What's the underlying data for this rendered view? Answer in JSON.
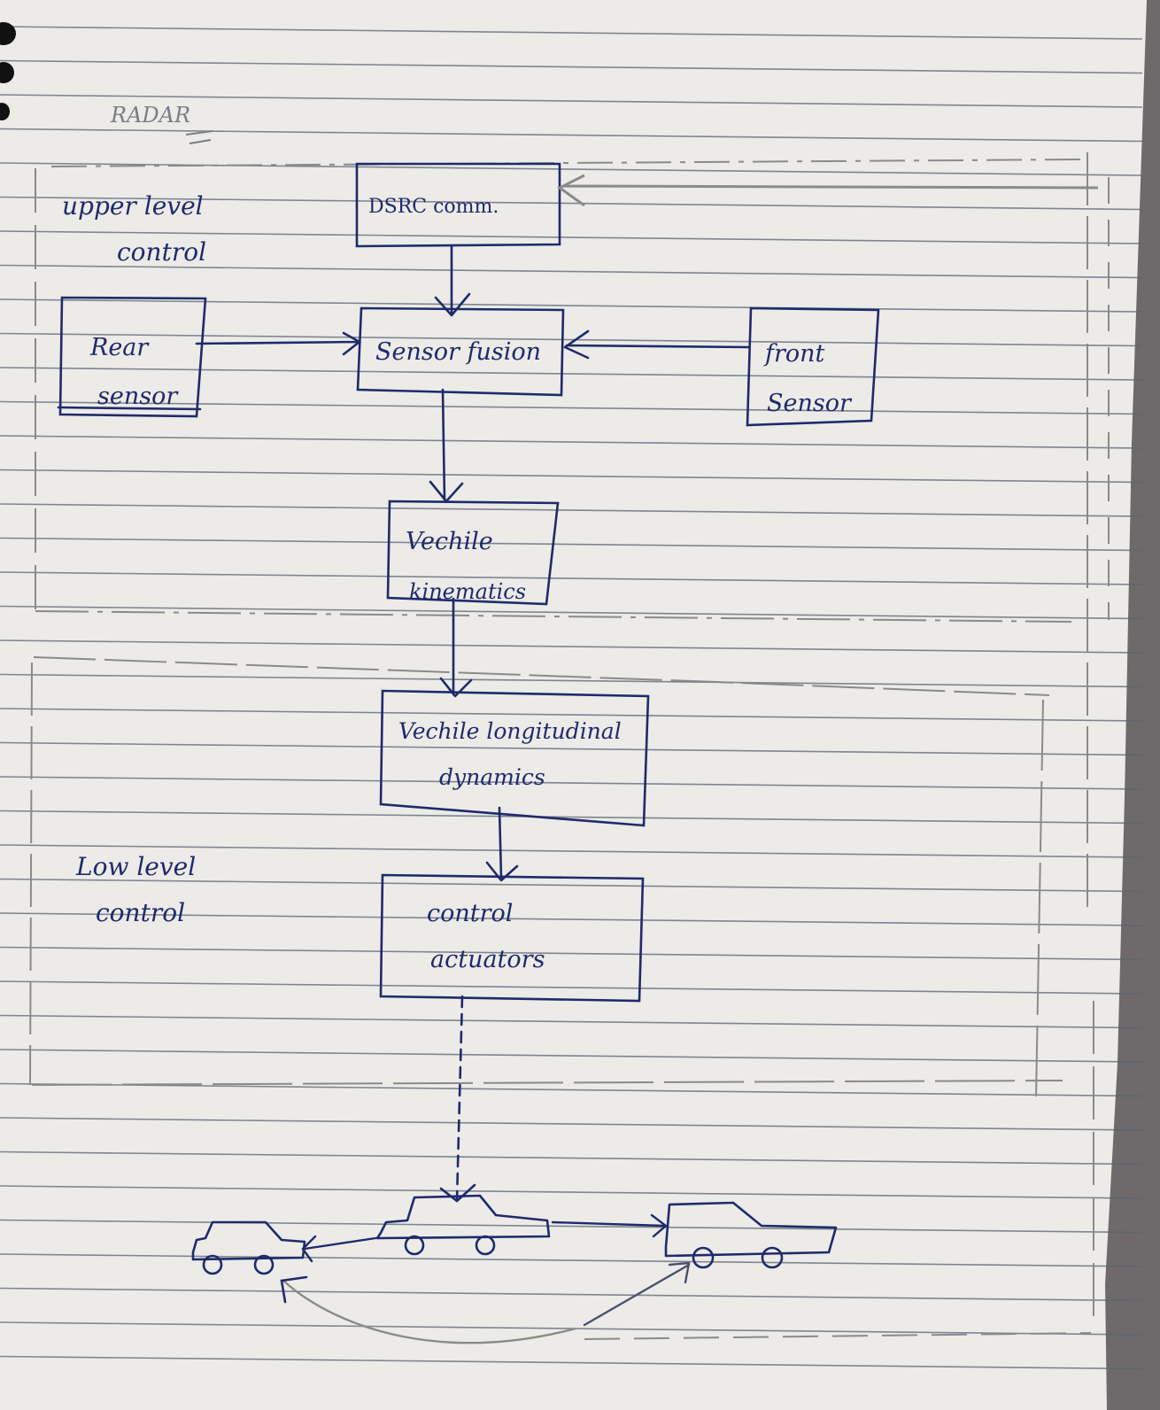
{
  "notes": {
    "heading": "RADAR",
    "upper_label": [
      "upper level",
      "control"
    ],
    "lower_label": [
      "Low level",
      "control"
    ]
  },
  "blocks": {
    "dsrc": [
      "DSRC   comm."
    ],
    "rear_sensor": [
      "Rear",
      "sensor"
    ],
    "sensor_fusion": [
      "Sensor fusion"
    ],
    "front_sensor": [
      "front",
      "Sensor"
    ],
    "vehicle_kinematics": [
      "Vechile",
      "kinematics"
    ],
    "longitudinal_dynamics": [
      "Vechile longitudinal",
      "dynamics"
    ],
    "control_actuators": [
      "control",
      "actuators"
    ]
  },
  "vehicles": [
    "rear-car",
    "middle-car",
    "front-car"
  ],
  "colors": {
    "ink": "#1f2a6b",
    "pencil": "#8a8a8a",
    "paper": "#ecebe8",
    "rule_line": "#5b6470",
    "background": "#6e6a6b"
  }
}
